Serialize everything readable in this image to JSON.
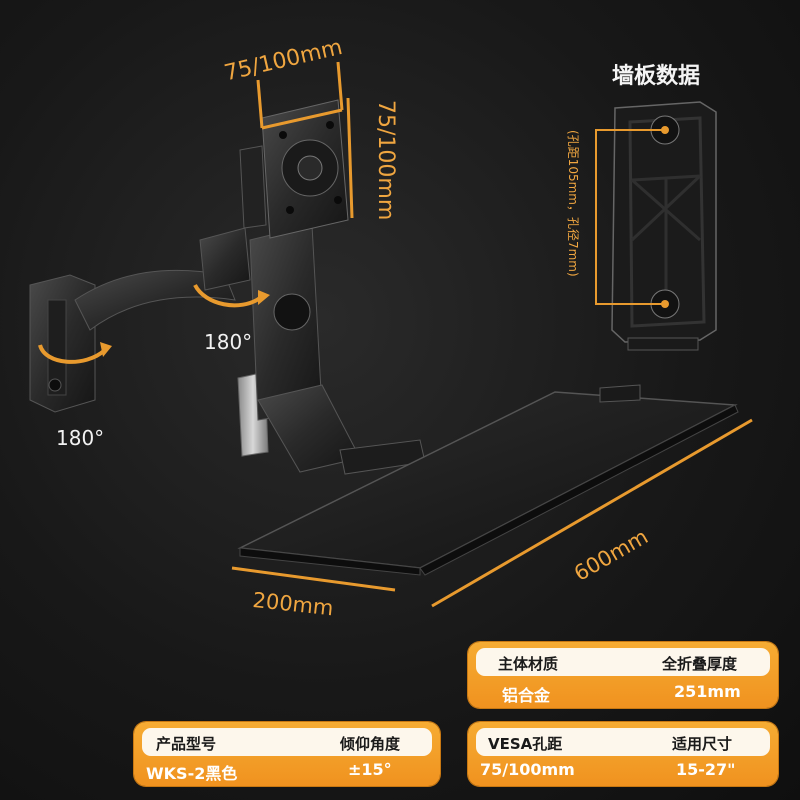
{
  "dimensions": {
    "monitor_width": "75/100mm",
    "monitor_height": "75/100mm",
    "tray_depth": "200mm",
    "tray_width": "600mm"
  },
  "rotations": {
    "arm_joint": "180°",
    "wall_joint": "180°"
  },
  "wall_plate": {
    "title": "墙板数据",
    "note": "(孔距105mm，孔径7mm)"
  },
  "specs": {
    "material_label": "主体材质",
    "material_value": "铝合金",
    "fold_label": "全折叠厚度",
    "fold_value": "251mm",
    "model_label": "产品型号",
    "model_value": "WKS-2黑色",
    "tilt_label": "倾仰角度",
    "tilt_value": "±15°",
    "vesa_label": "VESA孔距",
    "vesa_value": "75/100mm",
    "size_label": "适用尺寸",
    "size_value": "15-27\""
  },
  "colors": {
    "accent": "#f0a640",
    "card": "#f3a12a",
    "background": "#1a1a1a"
  }
}
